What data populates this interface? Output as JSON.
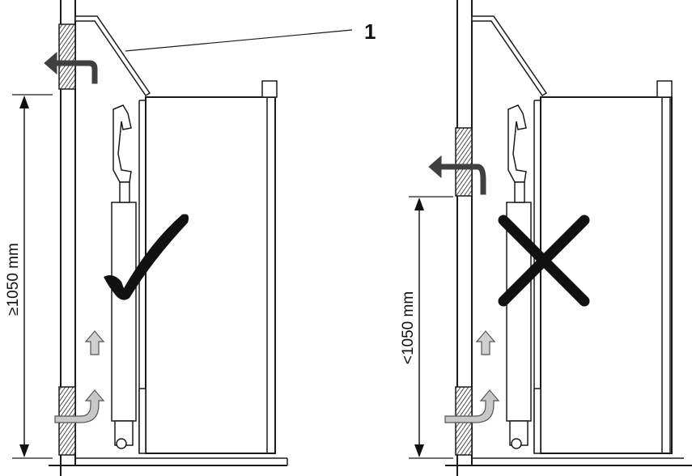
{
  "callouts": [
    {
      "id": "1",
      "label": "1"
    }
  ],
  "panels": [
    {
      "id": "correct",
      "dimension_label": "≥1050 mm",
      "status_mark": "check-mark"
    },
    {
      "id": "incorrect",
      "dimension_label": "<1050 mm",
      "status_mark": "x-mark"
    }
  ],
  "colors": {
    "line": "#1a1a1a",
    "outlet_arrow": "#404040",
    "inlet_arrow": "#bfbfbf",
    "mark": "#111111"
  }
}
